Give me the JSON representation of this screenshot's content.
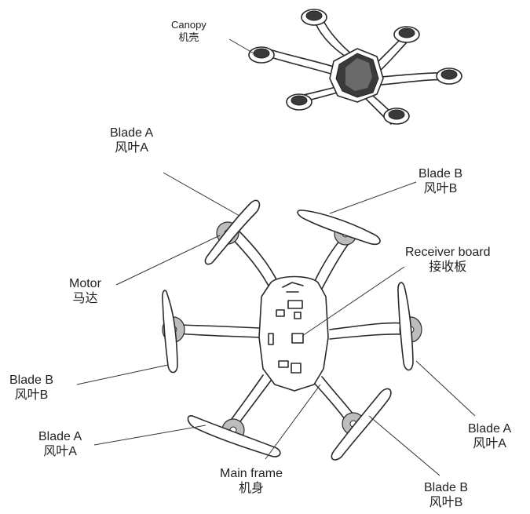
{
  "callouts": {
    "canopy": {
      "en": "Canopy",
      "zh": "机壳"
    },
    "blade_a_top": {
      "en": "Blade A",
      "zh": "风叶A"
    },
    "blade_b_top": {
      "en": "Blade B",
      "zh": "风叶B"
    },
    "receiver_board": {
      "en": "Receiver board",
      "zh": "接收板"
    },
    "motor": {
      "en": "Motor",
      "zh": "马达"
    },
    "blade_b_left": {
      "en": "Blade B",
      "zh": "风叶B"
    },
    "blade_a_left": {
      "en": "Blade A",
      "zh": "风叶A"
    },
    "main_frame": {
      "en": "Main frame",
      "zh": "机身"
    },
    "blade_a_right": {
      "en": "Blade A",
      "zh": "风叶A"
    },
    "blade_b_bottom": {
      "en": "Blade B",
      "zh": "风叶B"
    }
  },
  "colors": {
    "ink": "#2a2a2a",
    "background": "#ffffff",
    "canopy_dark": "#3a3a3a"
  }
}
